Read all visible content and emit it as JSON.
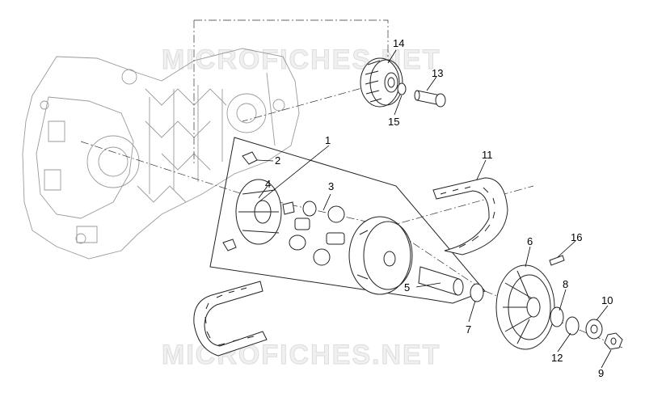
{
  "watermark": {
    "top_text": "MICROFICHES.NET",
    "bottom_text": "MICROFICHES.NET"
  },
  "callouts": {
    "c1": "1",
    "c2": "2",
    "c3": "3",
    "c4": "4",
    "c5": "5",
    "c6": "6",
    "c7": "7",
    "c8": "8",
    "c9": "9",
    "c10": "10",
    "c11": "11",
    "c12": "12",
    "c13": "13",
    "c14": "14",
    "c15": "15",
    "c16": "16"
  },
  "colors": {
    "line": "#222222",
    "crankcase": "#9a9a9a",
    "watermark": "#dcdcdc"
  }
}
